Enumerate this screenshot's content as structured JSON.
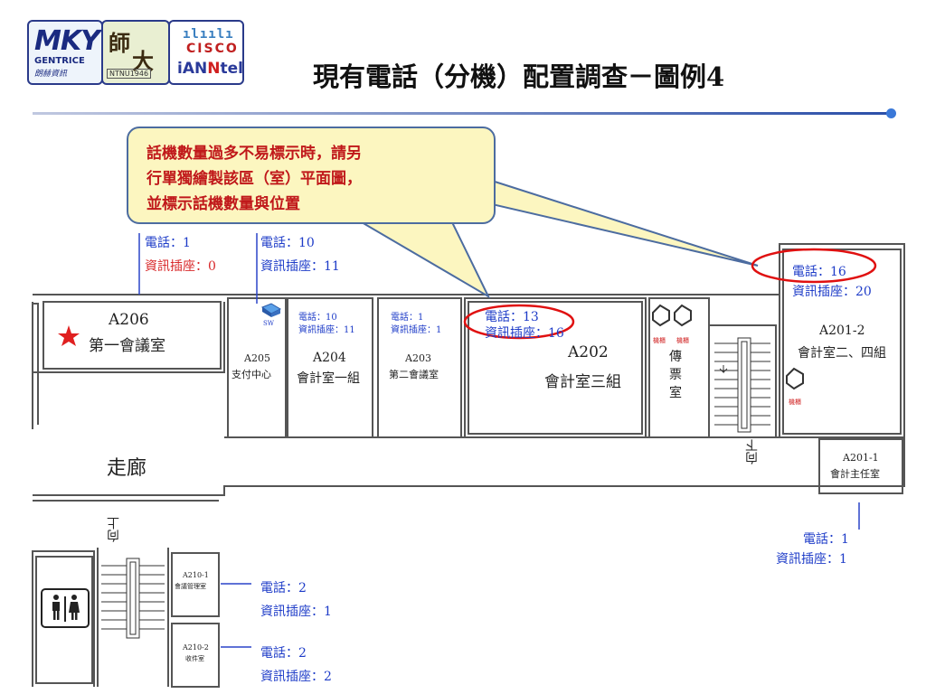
{
  "title": "現有電話（分機）配置調查－圖例4",
  "logos": {
    "mky": "MKY",
    "gentrice": "GENTRICE",
    "gentrice_cn": "朗赫資訊",
    "ntnu_char1": "師",
    "ntnu_char2": "大",
    "ntnu_year": "NTNU1946",
    "cisco": "CISCO",
    "lantel_l": "iAN",
    "lantel_r": "tel"
  },
  "callout": {
    "line1": "話機數量過多不易標示時，請另",
    "line2": "行單獨繪製該區（室）平面圖，",
    "line3": "並標示話機數量與位置"
  },
  "top_labels": {
    "left_phone": "電話：1",
    "left_data": "資訊插座：0",
    "mid_phone": "電話：10",
    "mid_data": "資訊插座：11"
  },
  "rooms": {
    "a206_code": "A206",
    "a206_name": "第一會議室",
    "a205_code": "A205",
    "a205_name": "支付中心",
    "sw": "SW",
    "a204_phone": "電話：10",
    "a204_data": "資訊插座：11",
    "a204_code": "A204",
    "a204_name": "會計室一組",
    "a203_phone": "電話：1",
    "a203_data": "資訊插座：1",
    "a203_code": "A203",
    "a203_name": "第二會議室",
    "a202_phone": "電話：13",
    "a202_data": "資訊插座：16",
    "a202_code": "A202",
    "a202_name": "會計室三組",
    "ticket1": "傳",
    "ticket2": "票",
    "ticket3": "室",
    "machine": "機櫃",
    "a2012_phone": "電話：16",
    "a2012_data": "資訊插座：20",
    "a2012_code": "A201-2",
    "a2012_name": "會計室二、四組",
    "a2011_code": "A201-1",
    "a2011_name": "會計主任室",
    "a2011_phone": "電話：1",
    "a2011_data": "資訊插座：1",
    "corridor": "走廊",
    "down": "向下",
    "up": "向上",
    "a2101_code": "A210-1",
    "a2101_name": "會議管理室",
    "a2101_phone": "電話：2",
    "a2101_data": "資訊插座：1",
    "a2102_code": "A210-2",
    "a2102_name": "收件室",
    "a2102_phone": "電話：2",
    "a2102_data": "資訊插座：2"
  },
  "colors": {
    "phone_label": "#1e3cc8",
    "data_label": "#d8282a",
    "highlight": "#e01010",
    "callout_bg": "#fcf6c0",
    "wall": "#555555"
  }
}
